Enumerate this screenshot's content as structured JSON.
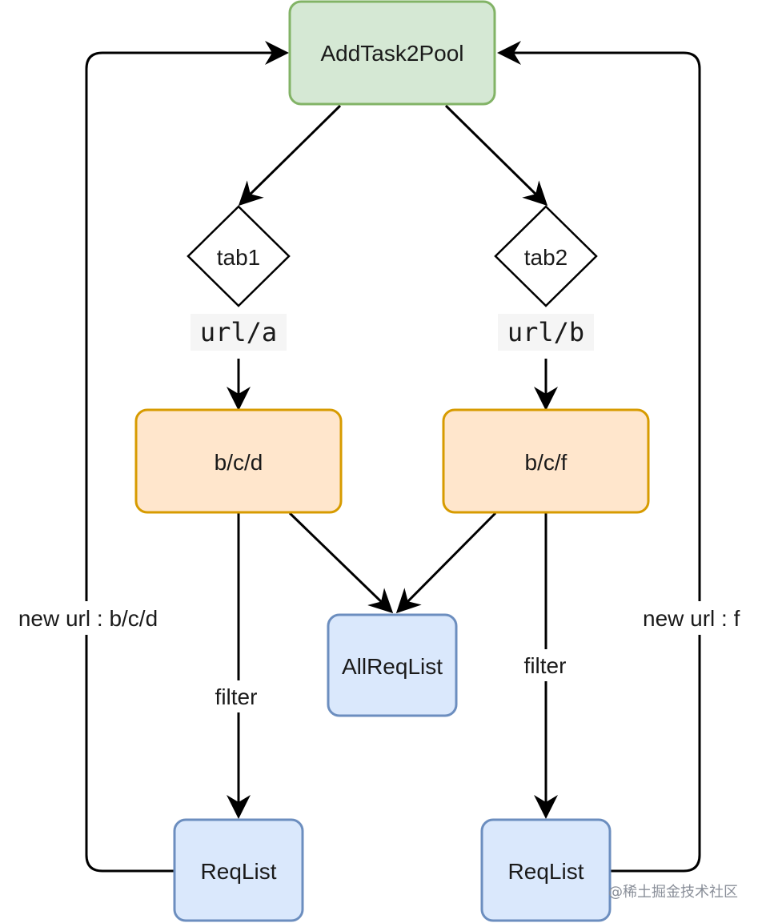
{
  "nodes": {
    "pool": {
      "label": "AddTask2Pool",
      "fill": "#d5e8d4",
      "stroke": "#82b366"
    },
    "tab1": {
      "label": "tab1"
    },
    "tab2": {
      "label": "tab2"
    },
    "url_a": {
      "label": "url/a"
    },
    "url_b": {
      "label": "url/b"
    },
    "bcd": {
      "label": "b/c/d",
      "fill": "#ffe6cc",
      "stroke": "#d79b00"
    },
    "bcf": {
      "label": "b/c/f",
      "fill": "#ffe6cc",
      "stroke": "#d79b00"
    },
    "all_req_list": {
      "label": "AllReqList",
      "fill": "#dae8fc",
      "stroke": "#6c8ebf"
    },
    "req_list_left": {
      "label": "ReqList",
      "fill": "#dae8fc",
      "stroke": "#6c8ebf"
    },
    "req_list_right": {
      "label": "ReqList",
      "fill": "#dae8fc",
      "stroke": "#6c8ebf"
    }
  },
  "edge_labels": {
    "filter_left": "filter",
    "filter_right": "filter",
    "new_url_left": "new url : b/c/d",
    "new_url_right": "new url : f"
  },
  "watermark": "@稀土掘金技术社区"
}
